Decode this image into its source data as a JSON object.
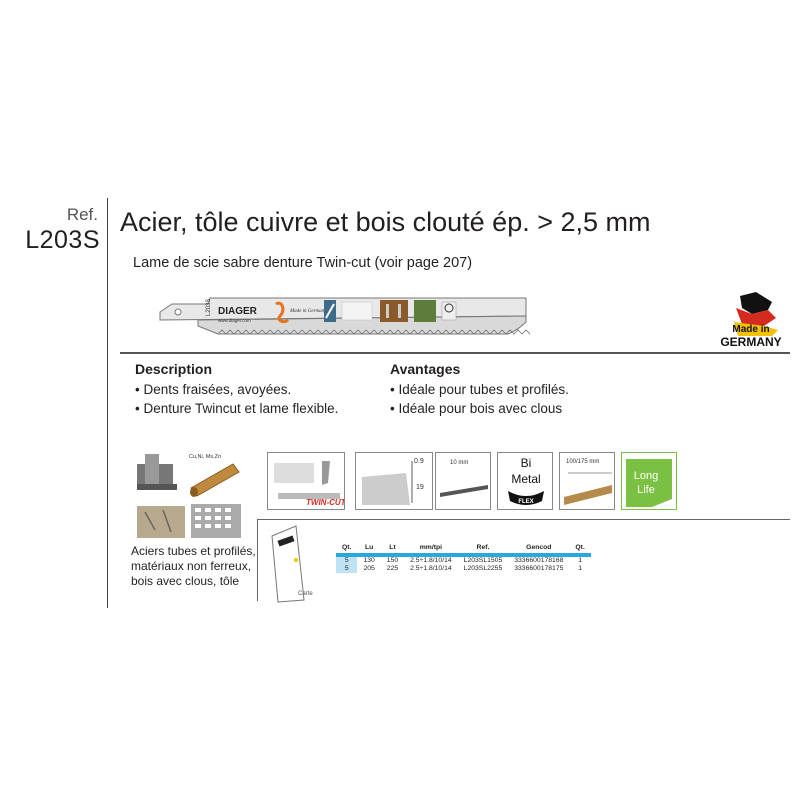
{
  "ref": {
    "label": "Ref.",
    "code": "L203S"
  },
  "title": "Acier, tôle cuivre et bois clouté ép. > 2,5 mm",
  "subtitle": "Lame de scie sabre denture Twin-cut (voir page 207)",
  "blade": {
    "brand": "DIAGER",
    "website": "www.diager.com",
    "made_in": "Made in Germany",
    "ref_print": "L203S"
  },
  "made_in_germany": {
    "line1": "Made in",
    "line2": "GERMANY"
  },
  "description": {
    "title": "Description",
    "items": [
      "Dents fraisées, avoyées.",
      "Denture Twincut et lame flexible."
    ]
  },
  "advantages": {
    "title": "Avantages",
    "items": [
      "Idéale pour tubes et profilés.",
      "Idéale pour bois avec clous"
    ]
  },
  "material_icons": {
    "metals_label": "Cu,Ni, Ms,Zn"
  },
  "feature_icons": {
    "twincut": "TWIN-CUT",
    "thickness": "0.9",
    "height": "19",
    "flex_width": "10 mm",
    "bimetal_line1": "Bi",
    "bimetal_line2": "Metal",
    "bimetal_line3": "FLEX",
    "length_range": "100/175 mm",
    "longlife_line1": "Long",
    "longlife_line2": "Life"
  },
  "materials_text": [
    "Aciers tubes et profilés,",
    "matériaux non ferreux,",
    "bois avec clous, tôle"
  ],
  "card_label": "Carte",
  "table": {
    "headers": [
      "Qt.",
      "Lu",
      "Lt",
      "mm/tpi",
      "Ref.",
      "Gencod",
      "Qt."
    ],
    "rows": [
      [
        "5",
        "130",
        "150",
        "2.5÷1.8/10/14",
        "L203SL1505",
        "3336600178168",
        "1"
      ],
      [
        "5",
        "205",
        "225",
        "2.5÷1.8/10/14",
        "L203SL2255",
        "3336600178175",
        "1"
      ]
    ]
  },
  "colors": {
    "accent_blue": "#29a8e0",
    "longlife_green": "#7ac143",
    "germany_red": "#d52b1e",
    "germany_gold": "#f2c200"
  }
}
